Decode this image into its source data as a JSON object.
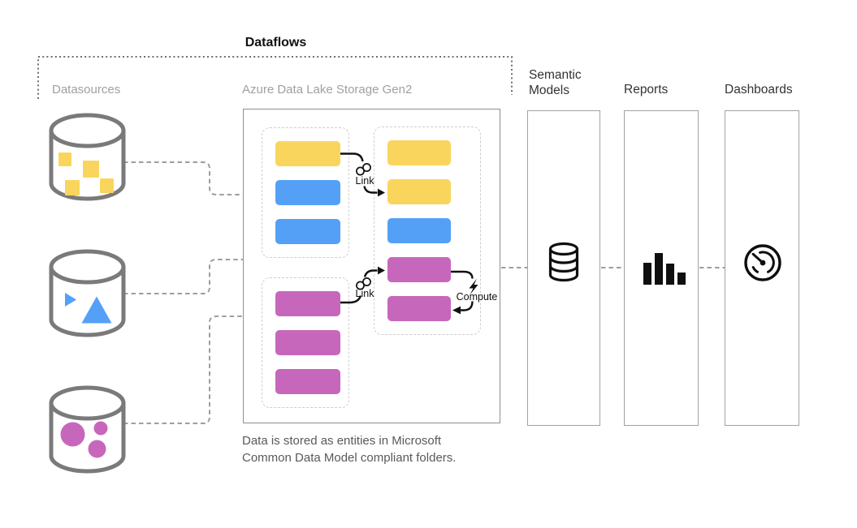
{
  "diagram": {
    "title": "Dataflows",
    "datasources": {
      "label": "Datasources",
      "items": [
        {
          "icon": "database-cylinder-icon",
          "content_shapes": "squares",
          "color": "#FAD55E"
        },
        {
          "icon": "database-cylinder-icon",
          "content_shapes": "triangles",
          "color": "#54A0F6"
        },
        {
          "icon": "database-cylinder-icon",
          "content_shapes": "circles",
          "color": "#C767BC"
        }
      ]
    },
    "storage": {
      "label": "Azure Data Lake Storage Gen2",
      "caption_lines": [
        "Data is stored as entities in Microsoft",
        "Common Data Model compliant folders."
      ],
      "link_label": "Link",
      "compute_label": "Compute",
      "group1": [
        "yellow",
        "blue",
        "blue"
      ],
      "group2": [
        "pink",
        "pink",
        "pink"
      ],
      "group3": [
        "yellow",
        "yellow",
        "blue",
        "pink",
        "pink"
      ]
    },
    "columns": [
      {
        "label": "Semantic Models",
        "icon": "database-stack-icon"
      },
      {
        "label": "Reports",
        "icon": "bar-chart-icon"
      },
      {
        "label": "Dashboards",
        "icon": "gauge-icon"
      }
    ],
    "colors": {
      "entity_yellow": "#FAD55E",
      "entity_blue": "#54A0F6",
      "entity_pink": "#C767BC",
      "cylinder_stroke": "#7a7a7a",
      "connector_gray": "#9e9e9e",
      "bracket_gray": "#6e6e6e",
      "muted_label": "#a0a0a0",
      "dark_label": "#333333",
      "caption_gray": "#595959",
      "icon_black": "#111111"
    }
  }
}
